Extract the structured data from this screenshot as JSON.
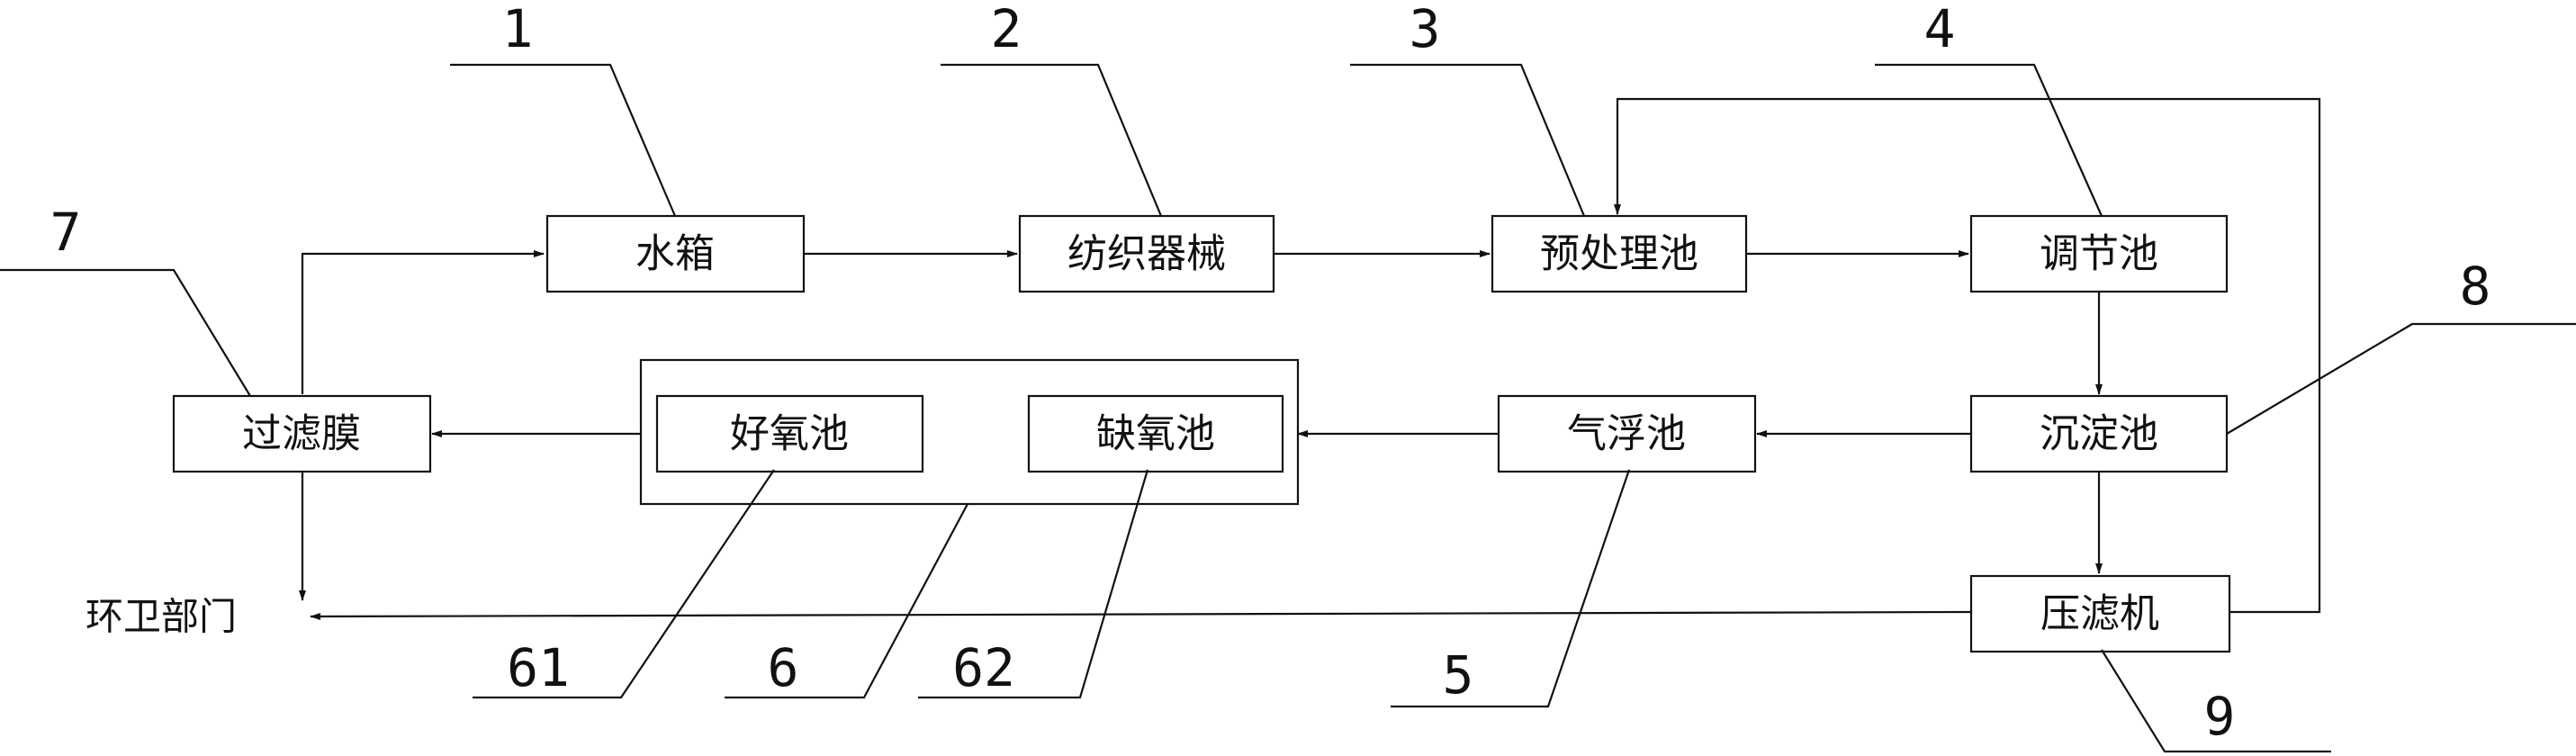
{
  "diagram": {
    "boxes": {
      "water_tank": "水箱",
      "textile_machinery": "纺织器械",
      "pretreatment_tank": "预处理池",
      "regulating_tank": "调节池",
      "sedimentation_tank": "沉淀池",
      "air_flotation_tank": "气浮池",
      "anoxic_tank": "缺氧池",
      "aerobic_tank": "好氧池",
      "filter_membrane": "过滤膜",
      "filter_press": "压滤机"
    },
    "output_label": "环卫部门",
    "reference_numbers": {
      "water_tank": "1",
      "textile_machinery": "2",
      "pretreatment_tank": "3",
      "regulating_tank": "4",
      "air_flotation_tank": "5",
      "bio_unit": "6",
      "aerobic_tank": "61",
      "anoxic_tank": "62",
      "filter_membrane": "7",
      "sedimentation_tank": "8",
      "filter_press": "9"
    }
  }
}
